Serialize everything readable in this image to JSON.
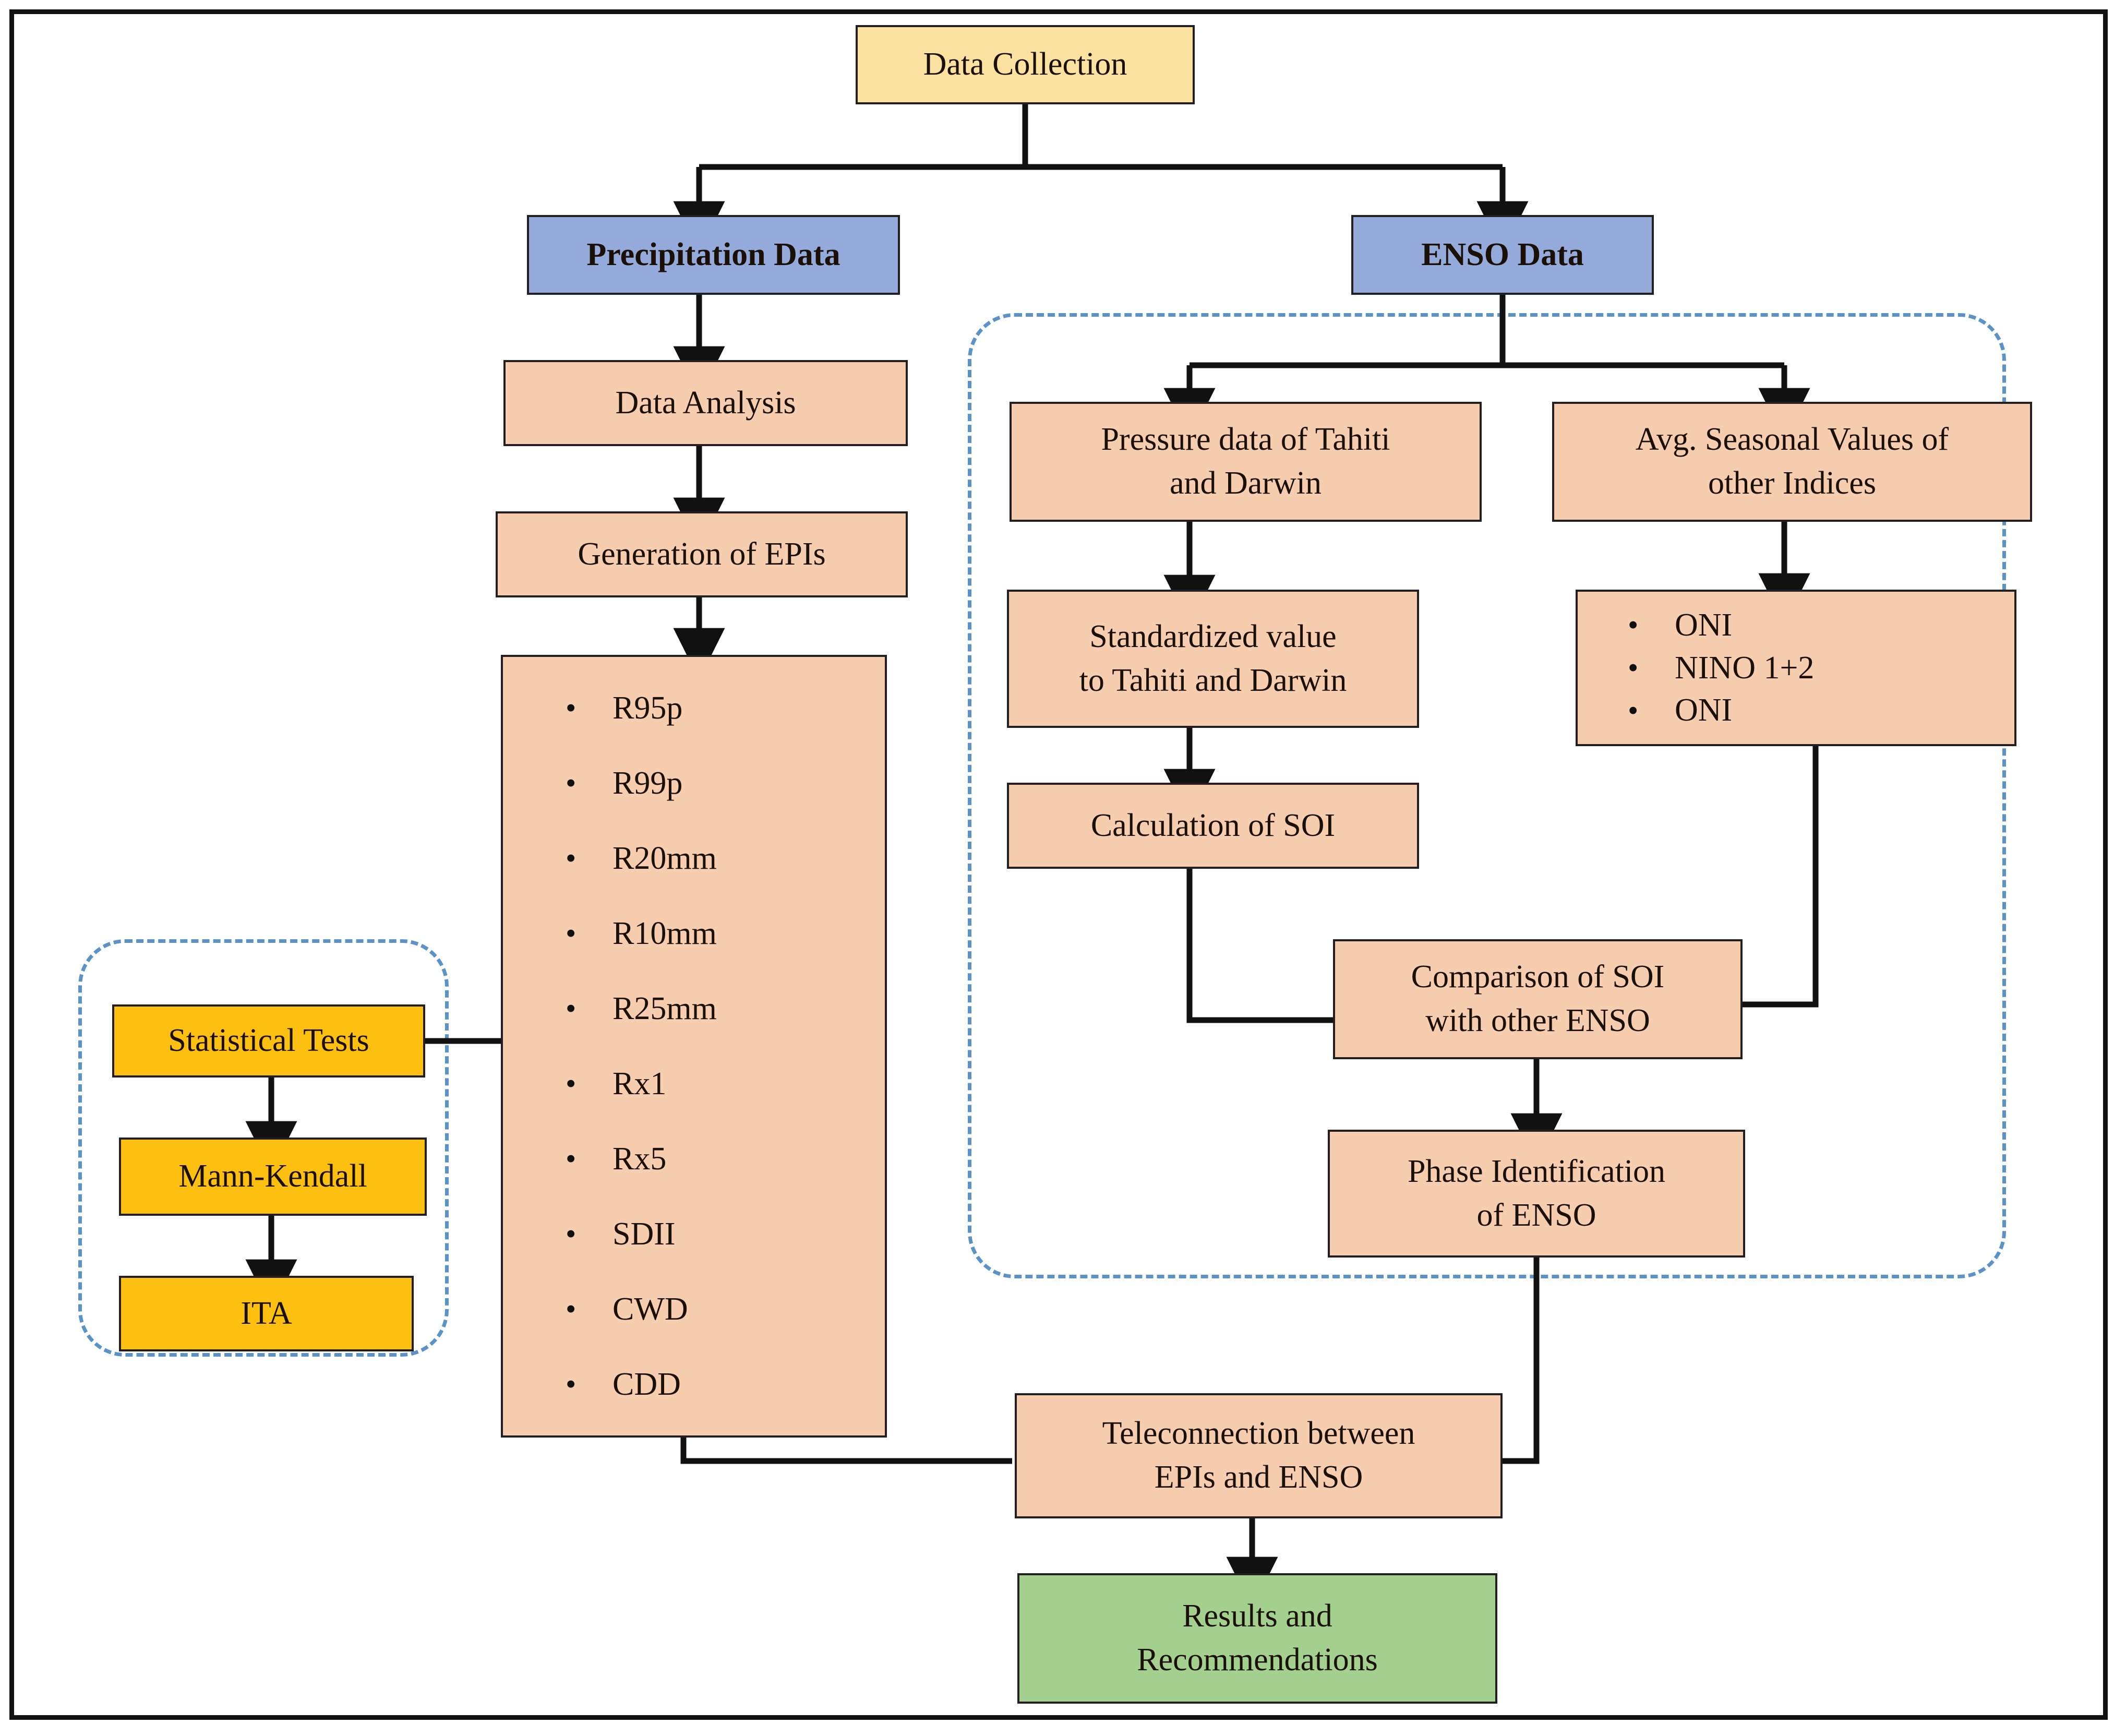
{
  "diagram": {
    "title": "Research methodology flowchart",
    "colors": {
      "start_node": "#fbe2a0",
      "data_node": "#93aada",
      "process_node": "#f7cdb0",
      "statistical_node": "#fdbf10",
      "result_node": "#a3d08e",
      "group_border": "#5b93c7",
      "connector": "#111111"
    }
  },
  "nodes": {
    "data_collection": {
      "label": "Data Collection"
    },
    "precipitation_data": {
      "label": "Precipitation Data"
    },
    "enso_data": {
      "label": "ENSO Data"
    },
    "data_analysis": {
      "label": "Data Analysis"
    },
    "generation_of_epis": {
      "label": "Generation of EPIs"
    },
    "epi_list": {
      "items": [
        "R95p",
        "R99p",
        "R20mm",
        "R10mm",
        "R25mm",
        "Rx1",
        "Rx5",
        "SDII",
        "CWD",
        "CDD"
      ],
      "bullet": "•"
    },
    "statistical_tests": {
      "label": "Statistical Tests"
    },
    "mann_kendall": {
      "label": "Mann-Kendall"
    },
    "ita": {
      "label": "ITA"
    },
    "pressure_data": {
      "line1": "Pressure data of Tahiti",
      "line2": "and Darwin"
    },
    "standardized_value": {
      "line1": "Standardized value",
      "line2": "to Tahiti and Darwin"
    },
    "calculation_of_soi": {
      "label": "Calculation of SOI"
    },
    "avg_seasonal_values": {
      "line1": "Avg. Seasonal Values of",
      "line2": "other Indices"
    },
    "indices_list": {
      "items": [
        "ONI",
        "NINO 1+2",
        "ONI"
      ],
      "bullet": "•"
    },
    "comparison_of_soi": {
      "line1": "Comparison of SOI",
      "line2": "with other ENSO"
    },
    "phase_identification": {
      "line1": "Phase Identification",
      "line2": "of ENSO"
    },
    "teleconnection": {
      "line1": "Teleconnection between",
      "line2": "EPIs and ENSO"
    },
    "results": {
      "line1": "Results and",
      "line2": "Recommendations"
    }
  }
}
